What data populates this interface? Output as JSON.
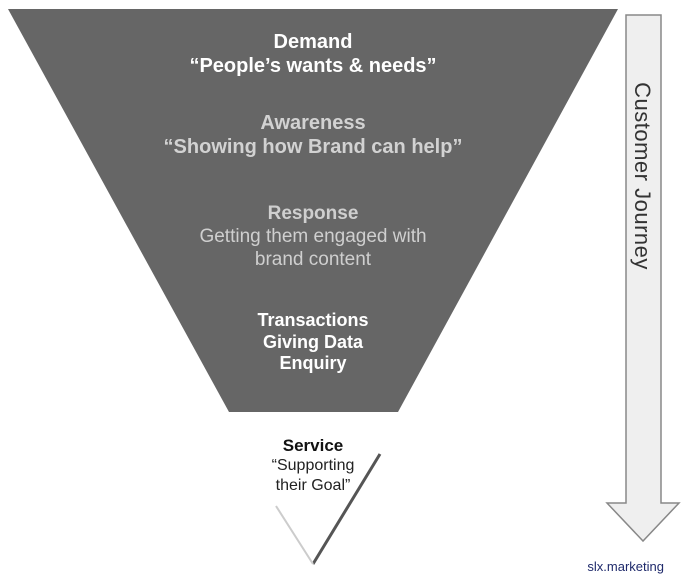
{
  "colors": {
    "funnel_fill": "#666666",
    "arrow_stroke": "#888888",
    "arrow_fill": "#efefef"
  },
  "funnel": {
    "demand": {
      "title": "Demand",
      "subtitle": "“People’s wants & needs”"
    },
    "awareness": {
      "title": "Awareness",
      "subtitle": "“Showing how Brand can help”"
    },
    "response": {
      "title": "Response",
      "line1": "Getting them engaged with",
      "line2": "brand content"
    },
    "transactions": {
      "line1": "Transactions",
      "line2": "Giving Data",
      "line3": "Enquiry"
    },
    "service": {
      "title": "Service",
      "line1": "“Supporting",
      "line2": "their Goal”"
    }
  },
  "journey": {
    "label": "Customer Journey"
  },
  "footer": {
    "brand": "slx.marketing"
  }
}
